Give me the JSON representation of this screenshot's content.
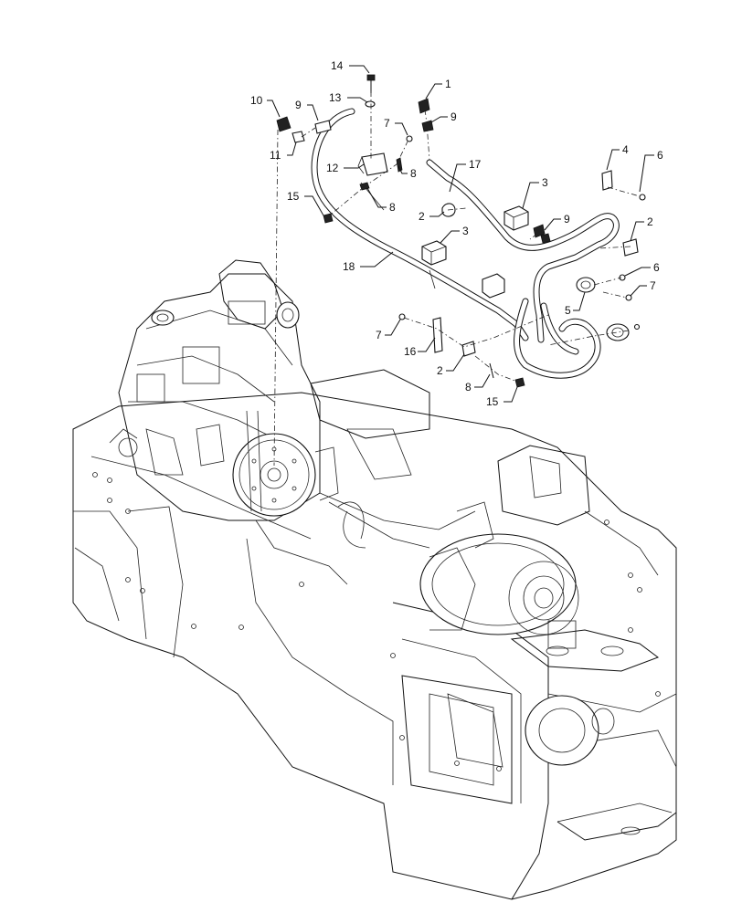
{
  "callouts": [
    {
      "id": "c14",
      "text": "14"
    },
    {
      "id": "c13",
      "text": "13"
    },
    {
      "id": "c1",
      "text": "1"
    },
    {
      "id": "c10",
      "text": "10"
    },
    {
      "id": "c9a",
      "text": "9"
    },
    {
      "id": "c9b",
      "text": "9"
    },
    {
      "id": "c7a",
      "text": "7"
    },
    {
      "id": "c11",
      "text": "11"
    },
    {
      "id": "c12",
      "text": "12"
    },
    {
      "id": "c8a",
      "text": "8"
    },
    {
      "id": "c17",
      "text": "17"
    },
    {
      "id": "c4",
      "text": "4"
    },
    {
      "id": "c6a",
      "text": "6"
    },
    {
      "id": "c15a",
      "text": "15"
    },
    {
      "id": "c8b",
      "text": "8"
    },
    {
      "id": "c2a",
      "text": "2"
    },
    {
      "id": "c3a",
      "text": "3"
    },
    {
      "id": "c9c",
      "text": "9"
    },
    {
      "id": "c2b",
      "text": "2"
    },
    {
      "id": "c3b",
      "text": "3"
    },
    {
      "id": "c18",
      "text": "18"
    },
    {
      "id": "c6b",
      "text": "6"
    },
    {
      "id": "c7b",
      "text": "7"
    },
    {
      "id": "c5",
      "text": "5"
    },
    {
      "id": "c7c",
      "text": "7"
    },
    {
      "id": "c16",
      "text": "16"
    },
    {
      "id": "c2c",
      "text": "2"
    },
    {
      "id": "c8c",
      "text": "8"
    },
    {
      "id": "c15b",
      "text": "15"
    }
  ],
  "colors": {
    "line": "#111111",
    "background": "#ffffff"
  }
}
